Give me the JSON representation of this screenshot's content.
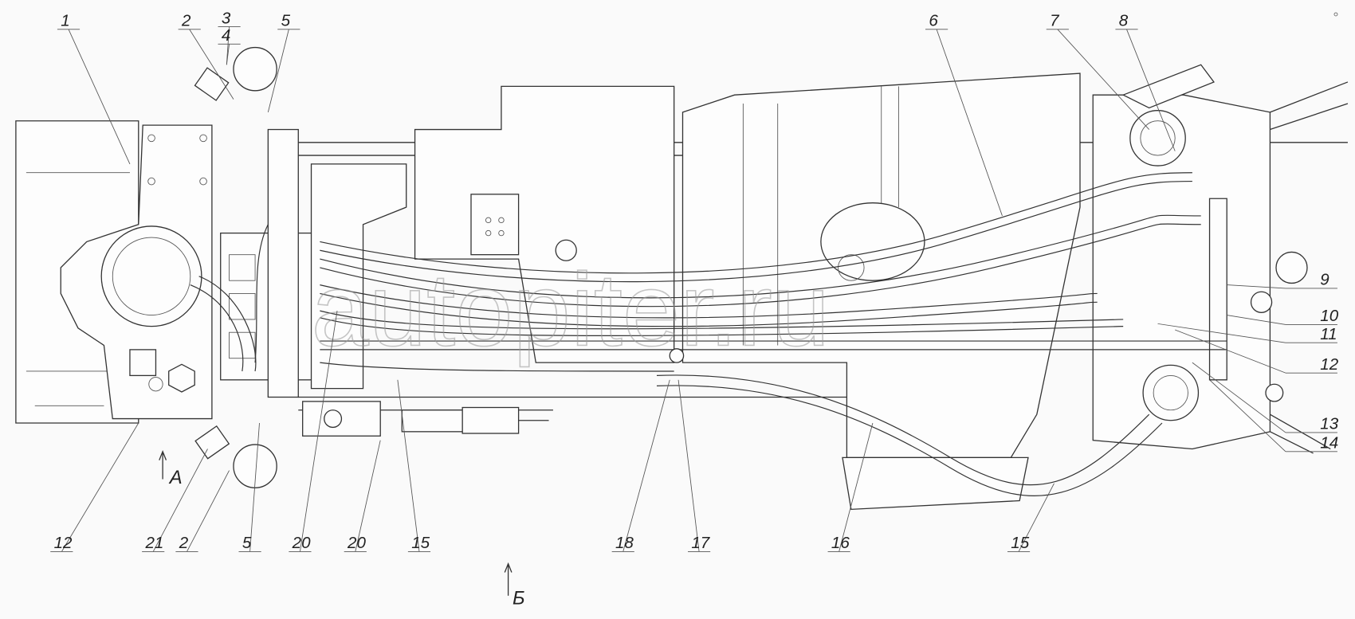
{
  "drawing": {
    "title": "Hydraulic lines routing on tractor frame",
    "callouts_top": [
      "1",
      "2",
      "3",
      "4",
      "5",
      "6",
      "7",
      "8"
    ],
    "callouts_right": [
      "9",
      "10",
      "11",
      "12",
      "13",
      "14"
    ],
    "callouts_bottom": [
      "12",
      "21",
      "2",
      "5",
      "20",
      "20",
      "15",
      "18",
      "17",
      "16",
      "15"
    ],
    "view_a": "А",
    "view_b": "Б",
    "watermark": "autopiter.ru"
  }
}
